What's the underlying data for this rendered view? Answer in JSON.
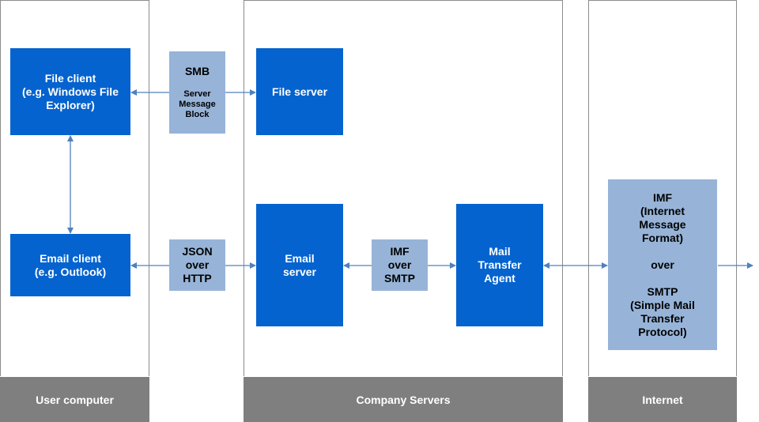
{
  "zones": {
    "user": "User computer",
    "company": "Company Servers",
    "internet": "Internet"
  },
  "nodes": {
    "file_client": "File client\n(e.g. Windows File\nExplorer)",
    "email_client": "Email client\n(e.g. Outlook)",
    "file_server": "File server",
    "email_server": "Email\nserver",
    "mta": "Mail\nTransfer\nAgent"
  },
  "protocols": {
    "smb_title": "SMB",
    "smb_sub": "Server\nMessage\nBlock",
    "json_http": "JSON\nover\nHTTP",
    "imf_smtp": "IMF\nover\nSMTP",
    "internet_proto": "IMF\n(Internet\nMessage\nFormat)\n\nover\n\nSMTP\n(Simple Mail\nTransfer\nProtocol)"
  },
  "colors": {
    "node": "#0563cf",
    "protocol": "#97b4d8",
    "zone_label": "#7f7f7f",
    "arrow": "#4f81bd"
  }
}
